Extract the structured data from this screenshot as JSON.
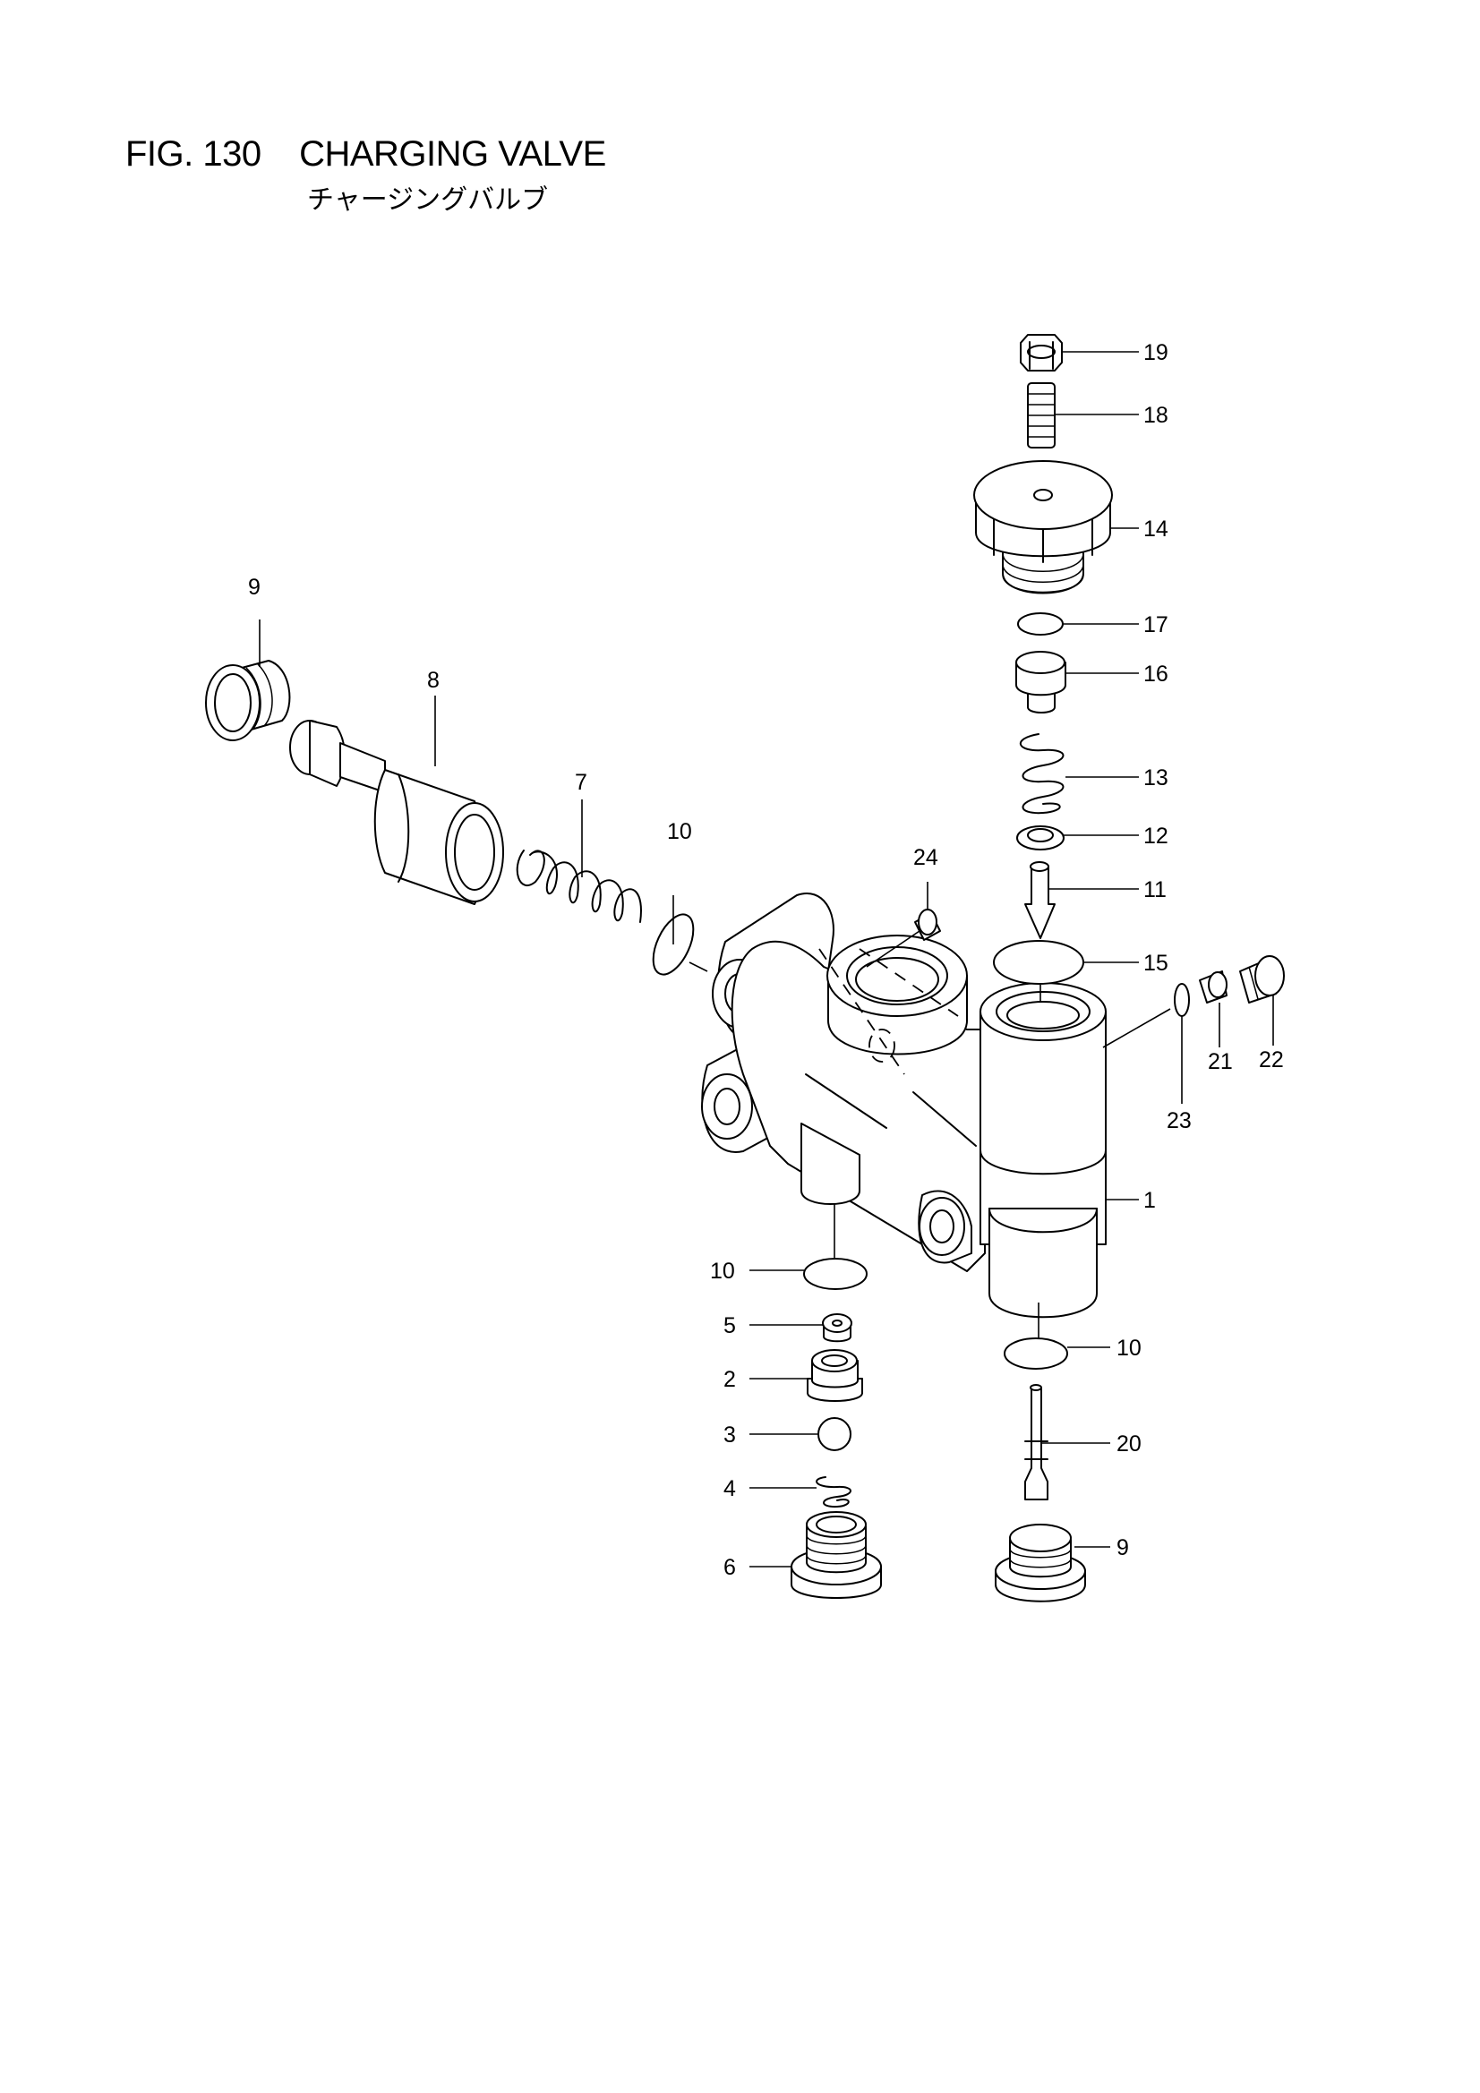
{
  "figure": {
    "title": "FIG. 130    CHARGING VALVE",
    "subtitle": "チャージングバルブ"
  },
  "callouts": [
    "19",
    "18",
    "14",
    "17",
    "16",
    "13",
    "12",
    "11",
    "15",
    "9",
    "8",
    "7",
    "10",
    "24",
    "21",
    "22",
    "23",
    "1",
    "10",
    "5",
    "2",
    "3",
    "4",
    "6",
    "10",
    "20",
    "9"
  ]
}
